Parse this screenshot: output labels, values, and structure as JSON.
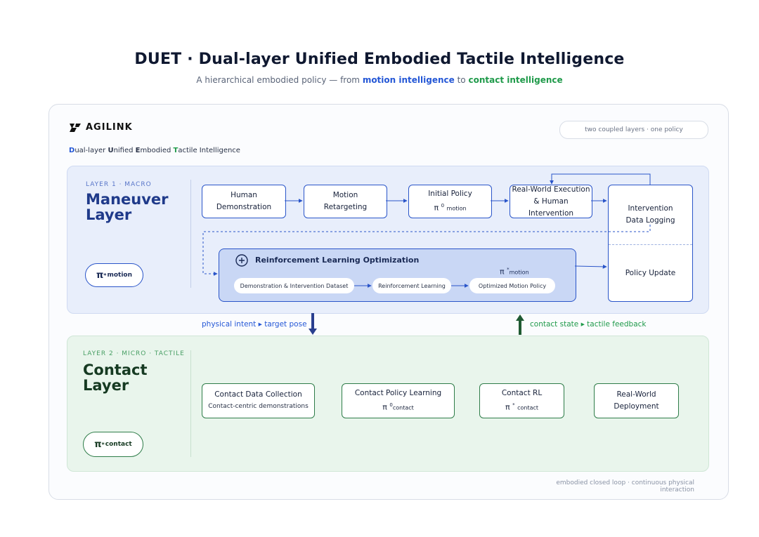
{
  "header": {
    "title": "DUET · Dual-layer Unified Embodied Tactile Intelligence",
    "subtitle_prefix": "A hierarchical embodied policy — from ",
    "subtitle_blue": "motion intelligence",
    "subtitle_mid": " to ",
    "subtitle_green": "contact intelligence"
  },
  "card": {
    "logo_text": "AGILINK",
    "tagline": {
      "d": "D",
      "part1": "ual-layer ",
      "u": "U",
      "part2": "nified ",
      "e": "E",
      "part3": "mbodied ",
      "t": "T",
      "part4": "actile Intelligence"
    },
    "pill": "two coupled layers · one policy",
    "footnote": "embodied closed loop · continuous physical interaction"
  },
  "layer1": {
    "tag": "LAYER 1 · MACRO",
    "title_line1": "Maneuver",
    "title_line2": "Layer",
    "badge_pi": "π",
    "badge_sup": "*",
    "badge_sub": "motion",
    "nodes": {
      "human_demo": [
        "Human",
        "Demonstration"
      ],
      "retarget": [
        "Motion",
        "Retargeting"
      ],
      "initial_policy": "Initial Policy",
      "initial_pi": "π",
      "initial_sup": "0",
      "initial_sub": "motion",
      "realworld": [
        "Real-World Execution",
        "& Human Intervention"
      ],
      "logging": [
        "Intervention",
        "Data Logging"
      ],
      "policy_update": "Policy Update"
    },
    "rl": {
      "title": "Reinforcement Learning Optimization",
      "pi": "π",
      "pi_sup": "*",
      "pi_sub": "motion",
      "chips": [
        "Demonstration & Intervention Dataset",
        "Reinforcement Learning",
        "Optimized Motion Policy"
      ]
    }
  },
  "bridge": {
    "down_label": "physical intent ▸ target pose",
    "up_label": "contact state ▸ tactile feedback"
  },
  "layer2": {
    "tag": "LAYER 2 · MICRO · TACTILE",
    "title_line1": "Contact",
    "title_line2": "Layer",
    "badge_pi": "π",
    "badge_sup": "*",
    "badge_sub": "contact",
    "nodes": {
      "collection": "Contact Data Collection",
      "collection_sub": "Contact-centric demonstrations",
      "policy_learning": "Contact Policy Learning",
      "pl_pi": "π",
      "pl_sup": "0",
      "pl_sub": "contact",
      "contact_rl": "Contact RL",
      "crl_pi": "π",
      "crl_sup": "*",
      "crl_sub": "contact",
      "deploy": [
        "Real-World",
        "Deployment"
      ]
    }
  },
  "colors": {
    "blue": "#2a55c9",
    "green": "#2f7d49",
    "layer1_bg": "#e8eefb",
    "layer2_bg": "#e9f5ec",
    "rl_panel": "#c9d7f5",
    "bridge_down": "#2a3f8f",
    "bridge_up": "#1f5a32"
  }
}
